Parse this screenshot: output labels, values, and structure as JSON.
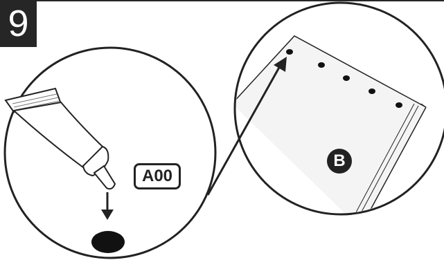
{
  "step": {
    "number": "9"
  },
  "labels": {
    "part_code": "A00",
    "callout": "B"
  },
  "colors": {
    "ink": "#222222",
    "badge_background": "#262626",
    "paper": "#ffffff"
  },
  "icons": {
    "glue_tube": "glue-tube-icon",
    "drop": "glue-drop-icon",
    "down_arrow": "down-arrow-icon",
    "pointer_arrow": "pointer-arrow-icon"
  }
}
